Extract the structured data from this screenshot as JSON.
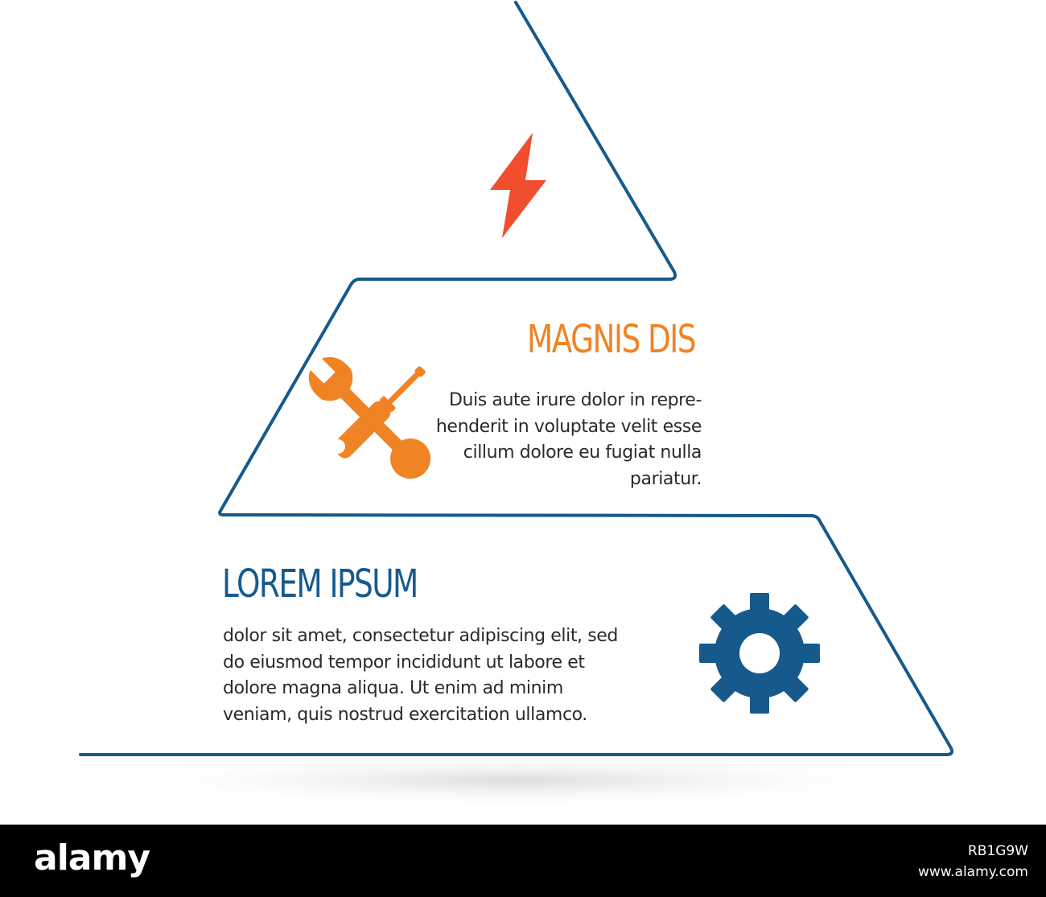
{
  "tiers": {
    "top": {
      "icon": "lightning-bolt-icon",
      "icon_color": "#f04e2e"
    },
    "middle": {
      "title": "MAGNIS DIS",
      "title_color": "#f08324",
      "icon": "wrench-screwdriver-icon",
      "icon_color": "#f08324",
      "body_lines": [
        "Duis aute irure dolor in repre-",
        "henderit in voluptate velit esse",
        "cillum dolore eu fugiat nulla",
        "pariatur."
      ]
    },
    "bottom": {
      "title": "LOREM IPSUM",
      "title_color": "#165a8d",
      "icon": "gear-icon",
      "icon_color": "#165a8d",
      "body_lines": [
        "dolor sit amet, consectetur adipiscing elit, sed",
        "do eiusmod tempor incididunt ut labore et",
        "dolore magna aliqua. Ut enim ad minim",
        "veniam, quis nostrud exercitation ullamco."
      ]
    }
  },
  "outline_color": "#165a8d",
  "watermark": {
    "brand": "alamy",
    "image_id": "RB1G9W",
    "site": "www.alamy.com"
  }
}
